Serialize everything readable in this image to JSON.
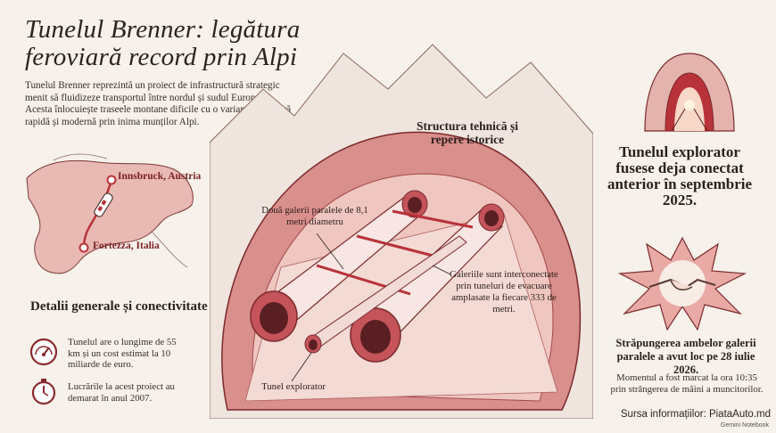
{
  "header": {
    "title": "Tunelul Brenner: legătura feroviară record prin Alpi",
    "intro": "Tunelul Brenner reprezintă un proiect de infrastructură strategic menit să fluidizeze transportul între nordul și sudul Europei. Acesta înlocuiește traseele montane dificile cu o variantă feroviară rapidă și modernă prin inima munților Alpi."
  },
  "map": {
    "north_city": "Innsbruck, Austria",
    "south_city": "Fortezza, Italia"
  },
  "details": {
    "title": "Detalii generale și conectivitate",
    "facts": [
      {
        "icon": "speedometer-icon",
        "text": "Tunelul are o lungime de 55 km și un cost estimat la 10 miliarde de euro."
      },
      {
        "icon": "stopwatch-icon",
        "text": "Lucrările la acest proiect au demarat în anul 2007."
      }
    ]
  },
  "scene": {
    "heading": "Structura tehnică și repere istorice",
    "callout_galleries": "Două galerii paralele de 8,1 metri diametru",
    "callout_crosslinks": "Galeriile sunt interconectate prin tuneluri de evacuare amplasate la fiecare 333 de metri.",
    "callout_explorer": "Tunel explorator"
  },
  "right": {
    "explorer_heading": "Tunelul explorator fusese deja conectat anterior în septembrie 2025.",
    "breakthrough_heading": "Străpungerea ambelor galerii paralele a avut loc pe 28 iulie 2026.",
    "breakthrough_text": "Momentul a fost marcat la ora 10:35 prin strângerea de mâini a muncitorilor."
  },
  "footer": {
    "source": "Sursa informațiilor: PiataAuto.md",
    "badge": "Gemini Notebook"
  },
  "colors": {
    "accent": "#b8323a",
    "accent_light": "#e8a9a6",
    "ink": "#2b1f1c",
    "paper": "#f6f1ea"
  }
}
